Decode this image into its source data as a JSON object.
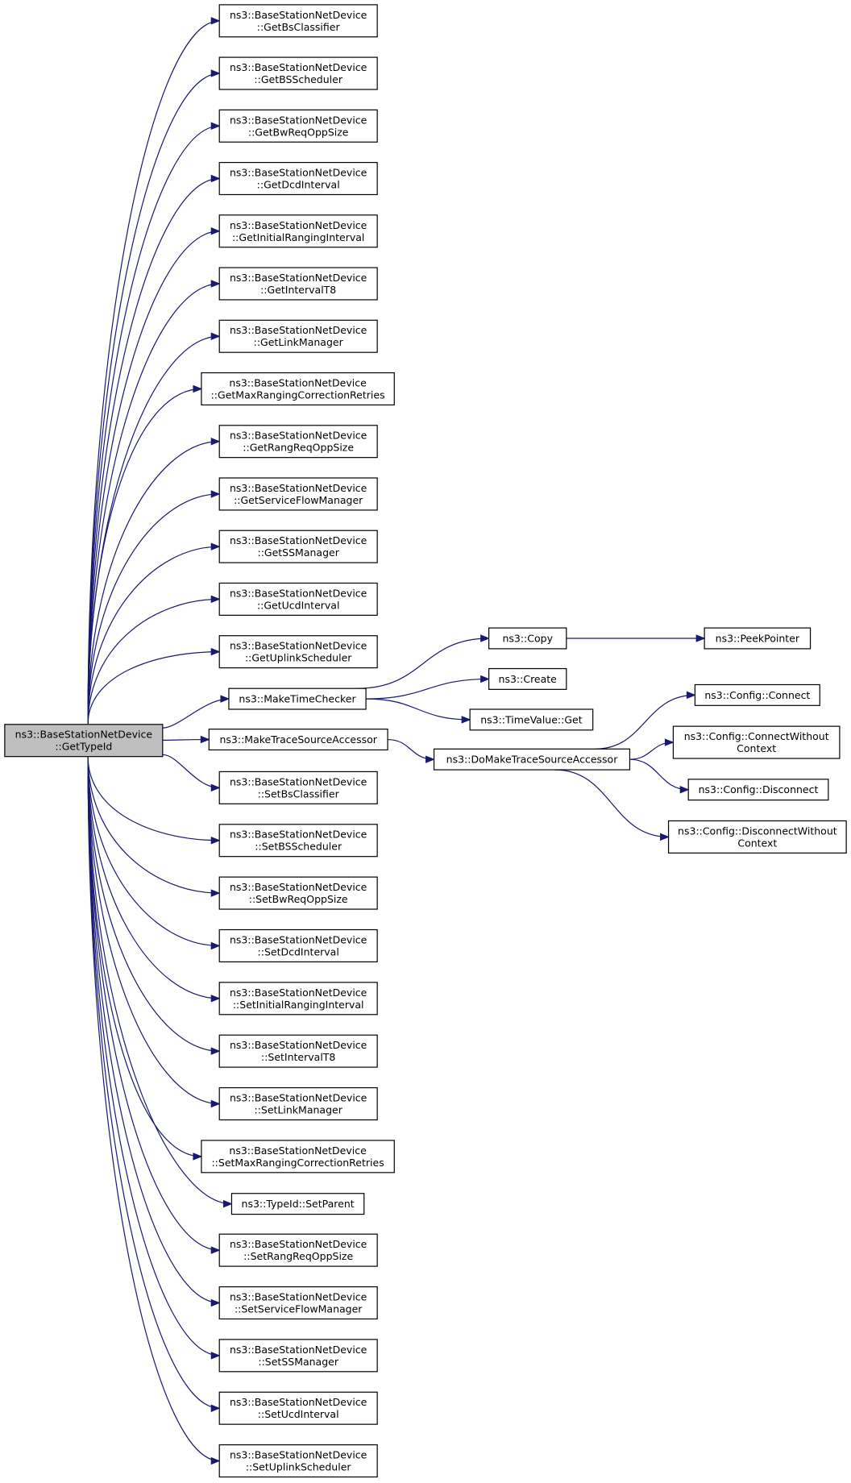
{
  "colors": {
    "edge": "#191970",
    "root_fill": "#bfbfbf",
    "node_fill": "#ffffff",
    "border": "#000000"
  },
  "nodes": [
    {
      "id": "root",
      "lines": [
        "ns3::BaseStationNetDevice",
        "::GetTypeId"
      ]
    },
    {
      "id": "getbsclassifier",
      "lines": [
        "ns3::BaseStationNetDevice",
        "::GetBsClassifier"
      ]
    },
    {
      "id": "getbsscheduler",
      "lines": [
        "ns3::BaseStationNetDevice",
        "::GetBSScheduler"
      ]
    },
    {
      "id": "getbwreqoppsize",
      "lines": [
        "ns3::BaseStationNetDevice",
        "::GetBwReqOppSize"
      ]
    },
    {
      "id": "getdcdinterval",
      "lines": [
        "ns3::BaseStationNetDevice",
        "::GetDcdInterval"
      ]
    },
    {
      "id": "getinitialranginginterval",
      "lines": [
        "ns3::BaseStationNetDevice",
        "::GetInitialRangingInterval"
      ]
    },
    {
      "id": "getintervalt8",
      "lines": [
        "ns3::BaseStationNetDevice",
        "::GetIntervalT8"
      ]
    },
    {
      "id": "getlinkmanager",
      "lines": [
        "ns3::BaseStationNetDevice",
        "::GetLinkManager"
      ]
    },
    {
      "id": "getmaxrangingcorrectionretries",
      "lines": [
        "ns3::BaseStationNetDevice",
        "::GetMaxRangingCorrectionRetries"
      ]
    },
    {
      "id": "getrangreqoppsize",
      "lines": [
        "ns3::BaseStationNetDevice",
        "::GetRangReqOppSize"
      ]
    },
    {
      "id": "getserviceflowmanager",
      "lines": [
        "ns3::BaseStationNetDevice",
        "::GetServiceFlowManager"
      ]
    },
    {
      "id": "getssmanager",
      "lines": [
        "ns3::BaseStationNetDevice",
        "::GetSSManager"
      ]
    },
    {
      "id": "getucdinterval",
      "lines": [
        "ns3::BaseStationNetDevice",
        "::GetUcdInterval"
      ]
    },
    {
      "id": "getuplinkscheduler",
      "lines": [
        "ns3::BaseStationNetDevice",
        "::GetUplinkScheduler"
      ]
    },
    {
      "id": "maketimechecker",
      "lines": [
        "ns3::MakeTimeChecker"
      ]
    },
    {
      "id": "maketracesourceaccessor",
      "lines": [
        "ns3::MakeTraceSourceAccessor"
      ]
    },
    {
      "id": "setbsclassifier",
      "lines": [
        "ns3::BaseStationNetDevice",
        "::SetBsClassifier"
      ]
    },
    {
      "id": "setbsscheduler",
      "lines": [
        "ns3::BaseStationNetDevice",
        "::SetBSScheduler"
      ]
    },
    {
      "id": "setbwreqoppsize",
      "lines": [
        "ns3::BaseStationNetDevice",
        "::SetBwReqOppSize"
      ]
    },
    {
      "id": "setdcdinterval",
      "lines": [
        "ns3::BaseStationNetDevice",
        "::SetDcdInterval"
      ]
    },
    {
      "id": "setinitialranginginterval",
      "lines": [
        "ns3::BaseStationNetDevice",
        "::SetInitialRangingInterval"
      ]
    },
    {
      "id": "setintervalt8",
      "lines": [
        "ns3::BaseStationNetDevice",
        "::SetIntervalT8"
      ]
    },
    {
      "id": "setlinkmanager",
      "lines": [
        "ns3::BaseStationNetDevice",
        "::SetLinkManager"
      ]
    },
    {
      "id": "setmaxrangingcorrectionretries",
      "lines": [
        "ns3::BaseStationNetDevice",
        "::SetMaxRangingCorrectionRetries"
      ]
    },
    {
      "id": "typeid-setparent",
      "lines": [
        "ns3::TypeId::SetParent"
      ]
    },
    {
      "id": "setrangreqoppsize",
      "lines": [
        "ns3::BaseStationNetDevice",
        "::SetRangReqOppSize"
      ]
    },
    {
      "id": "setserviceflowmanager",
      "lines": [
        "ns3::BaseStationNetDevice",
        "::SetServiceFlowManager"
      ]
    },
    {
      "id": "setssmanager",
      "lines": [
        "ns3::BaseStationNetDevice",
        "::SetSSManager"
      ]
    },
    {
      "id": "setucdinterval",
      "lines": [
        "ns3::BaseStationNetDevice",
        "::SetUcdInterval"
      ]
    },
    {
      "id": "setuplinkscheduler",
      "lines": [
        "ns3::BaseStationNetDevice",
        "::SetUplinkScheduler"
      ]
    },
    {
      "id": "copy",
      "lines": [
        "ns3::Copy"
      ]
    },
    {
      "id": "create",
      "lines": [
        "ns3::Create"
      ]
    },
    {
      "id": "timevalue-get",
      "lines": [
        "ns3::TimeValue::Get"
      ]
    },
    {
      "id": "domaketracesourceaccessor",
      "lines": [
        "ns3::DoMakeTraceSourceAccessor"
      ]
    },
    {
      "id": "peekpointer",
      "lines": [
        "ns3::PeekPointer"
      ]
    },
    {
      "id": "config-connect",
      "lines": [
        "ns3::Config::Connect"
      ]
    },
    {
      "id": "config-connectwithoutcontext",
      "lines": [
        "ns3::Config::ConnectWithout",
        "Context"
      ]
    },
    {
      "id": "config-disconnect",
      "lines": [
        "ns3::Config::Disconnect"
      ]
    },
    {
      "id": "config-disconnectwithoutcontext",
      "lines": [
        "ns3::Config::DisconnectWithout",
        "Context"
      ]
    }
  ],
  "edges": [
    [
      "root",
      "getbsclassifier"
    ],
    [
      "root",
      "getbsscheduler"
    ],
    [
      "root",
      "getbwreqoppsize"
    ],
    [
      "root",
      "getdcdinterval"
    ],
    [
      "root",
      "getinitialranginginterval"
    ],
    [
      "root",
      "getintervalt8"
    ],
    [
      "root",
      "getlinkmanager"
    ],
    [
      "root",
      "getmaxrangingcorrectionretries"
    ],
    [
      "root",
      "getrangreqoppsize"
    ],
    [
      "root",
      "getserviceflowmanager"
    ],
    [
      "root",
      "getssmanager"
    ],
    [
      "root",
      "getucdinterval"
    ],
    [
      "root",
      "getuplinkscheduler"
    ],
    [
      "root",
      "maketimechecker"
    ],
    [
      "root",
      "maketracesourceaccessor"
    ],
    [
      "root",
      "setbsclassifier"
    ],
    [
      "root",
      "setbsscheduler"
    ],
    [
      "root",
      "setbwreqoppsize"
    ],
    [
      "root",
      "setdcdinterval"
    ],
    [
      "root",
      "setinitialranginginterval"
    ],
    [
      "root",
      "setintervalt8"
    ],
    [
      "root",
      "setlinkmanager"
    ],
    [
      "root",
      "setmaxrangingcorrectionretries"
    ],
    [
      "root",
      "typeid-setparent"
    ],
    [
      "root",
      "setrangreqoppsize"
    ],
    [
      "root",
      "setserviceflowmanager"
    ],
    [
      "root",
      "setssmanager"
    ],
    [
      "root",
      "setucdinterval"
    ],
    [
      "root",
      "setuplinkscheduler"
    ],
    [
      "maketimechecker",
      "copy"
    ],
    [
      "maketimechecker",
      "create"
    ],
    [
      "maketimechecker",
      "timevalue-get"
    ],
    [
      "copy",
      "peekpointer"
    ],
    [
      "maketracesourceaccessor",
      "domaketracesourceaccessor"
    ],
    [
      "domaketracesourceaccessor",
      "config-connect"
    ],
    [
      "domaketracesourceaccessor",
      "config-connectwithoutcontext"
    ],
    [
      "domaketracesourceaccessor",
      "config-disconnect"
    ],
    [
      "domaketracesourceaccessor",
      "config-disconnectwithoutcontext"
    ]
  ]
}
